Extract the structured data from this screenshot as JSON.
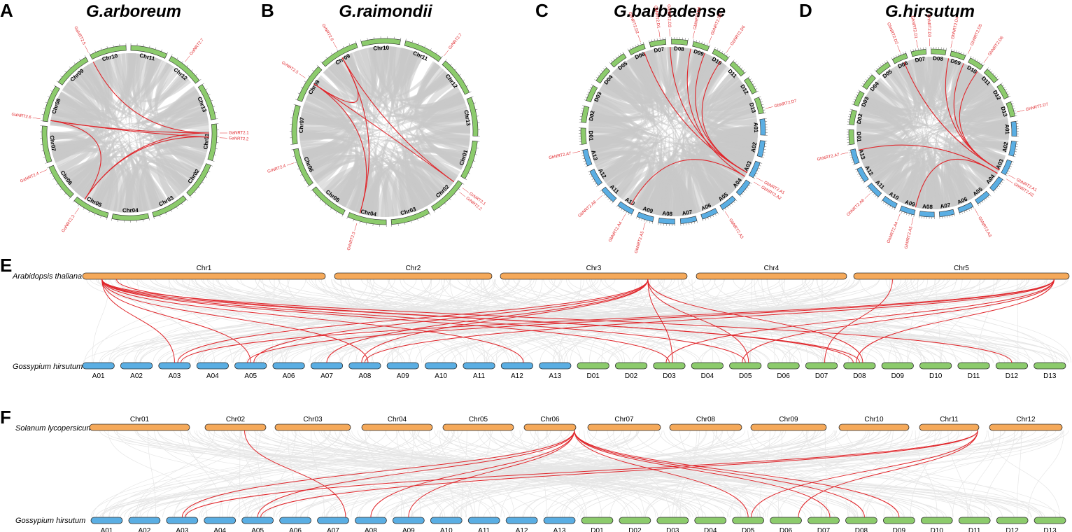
{
  "colors": {
    "red_link": "#e0262b",
    "gray_link": "#c9c9c9",
    "faint_link": "#e6e6e6",
    "green_chr": "#8ccb6c",
    "blue_chr": "#5aaee3",
    "orange_chr": "#f5a95a",
    "bar_stroke": "#2d2d2d"
  },
  "panels": {
    "A": {
      "letter": "A",
      "title": "G.arboreum",
      "chromosomes": [
        "Chr01",
        "Chr02",
        "Chr03",
        "Chr04",
        "Chr05",
        "Chr06",
        "Chr07",
        "Chr08",
        "Chr09",
        "Chr10",
        "Chr11",
        "Chr12",
        "Chr13"
      ],
      "genes": [
        "GaNRT2.1",
        "GaNRT2.2",
        "GaNRT2.3",
        "GaNRT2.4",
        "GaNRT2.5",
        "GaNRT2.6",
        "GaNRT2.7"
      ]
    },
    "B": {
      "letter": "B",
      "title": "G.raimondii",
      "chromosomes": [
        "Chr01",
        "Chr02",
        "Chr03",
        "Chr04",
        "Chr05",
        "Chr06",
        "Chr07",
        "Chr08",
        "Chr09",
        "Chr10",
        "Chr11",
        "Chr12",
        "Chr13"
      ],
      "genes": [
        "GrNRT2.1",
        "GrNRT2.2",
        "GrNRT2.3",
        "GrNRT2.4",
        "GrNRT2.5",
        "GrNRT2.6",
        "GrNRT2.7"
      ]
    },
    "C": {
      "letter": "C",
      "title": "G.barbadense",
      "chromosomes": [
        "A01",
        "A02",
        "A03",
        "A04",
        "A05",
        "A06",
        "A07",
        "A08",
        "A09",
        "A10",
        "A11",
        "A12",
        "A13",
        "D01",
        "D02",
        "D03",
        "D04",
        "D05",
        "D06",
        "D07",
        "D08",
        "D09",
        "D10",
        "D11",
        "D12",
        "D13"
      ],
      "genes": [
        "GbNRT2.A1",
        "GbNRT2.A2",
        "GbNRT2.A3",
        "GbNRT2.A4",
        "GbNRT2.A5",
        "GbNRT2.A6",
        "GbNRT2.A7",
        "GbNRT2.D1",
        "GbNRT2.D2",
        "GbNRT2.D3",
        "GbNRT2.D4",
        "GbNRT2.D5",
        "GbNRT2.D6",
        "GbNRT2.D7"
      ]
    },
    "D": {
      "letter": "D",
      "title": "G.hirsutum",
      "chromosomes": [
        "A01",
        "A02",
        "A03",
        "A04",
        "A05",
        "A06",
        "A07",
        "A08",
        "A09",
        "A10",
        "A11",
        "A12",
        "A13",
        "D01",
        "D02",
        "D03",
        "D04",
        "D05",
        "D06",
        "D07",
        "D08",
        "D09",
        "D10",
        "D11",
        "D12",
        "D13"
      ],
      "genes": [
        "GhNRT2.A1",
        "GhNRT2.A2",
        "GhNRT2.A3",
        "GhNRT2.A4",
        "GhNRT2.A5",
        "GhNRT2.A6",
        "GhNRT2.A7",
        "GhNRT2.D1",
        "GhNRT2.D2",
        "GhNRT2.D3",
        "GhNRT2.D4",
        "GhNRT2.D5",
        "GhNRT2.D6",
        "GhNRT2.D7"
      ]
    },
    "E": {
      "letter": "E",
      "top_species": "Arabidopsis thaliana",
      "bottom_species": "Gossypium hirsutum",
      "top_chromosomes": [
        "Chr1",
        "Chr2",
        "Chr3",
        "Chr4",
        "Chr5"
      ],
      "bottom_chromosomes": [
        "A01",
        "A02",
        "A03",
        "A04",
        "A05",
        "A06",
        "A07",
        "A08",
        "A09",
        "A10",
        "A11",
        "A12",
        "A13",
        "D01",
        "D02",
        "D03",
        "D04",
        "D05",
        "D06",
        "D07",
        "D08",
        "D09",
        "D10",
        "D11",
        "D12",
        "D13"
      ]
    },
    "F": {
      "letter": "F",
      "top_species": "Solanum lycopersicum",
      "bottom_species": "Gossypium hirsutum",
      "top_chromosomes": [
        "Chr01",
        "Chr02",
        "Chr03",
        "Chr04",
        "Chr05",
        "Chr06",
        "Chr07",
        "Chr08",
        "Chr09",
        "Chr10",
        "Chr11",
        "Chr12"
      ],
      "bottom_chromosomes": [
        "A01",
        "A02",
        "A03",
        "A04",
        "A05",
        "A06",
        "A07",
        "A08",
        "A09",
        "A10",
        "A11",
        "A12",
        "A13",
        "D01",
        "D02",
        "D03",
        "D04",
        "D05",
        "D06",
        "D07",
        "D08",
        "D09",
        "D10",
        "D11",
        "D12",
        "D13"
      ]
    }
  }
}
